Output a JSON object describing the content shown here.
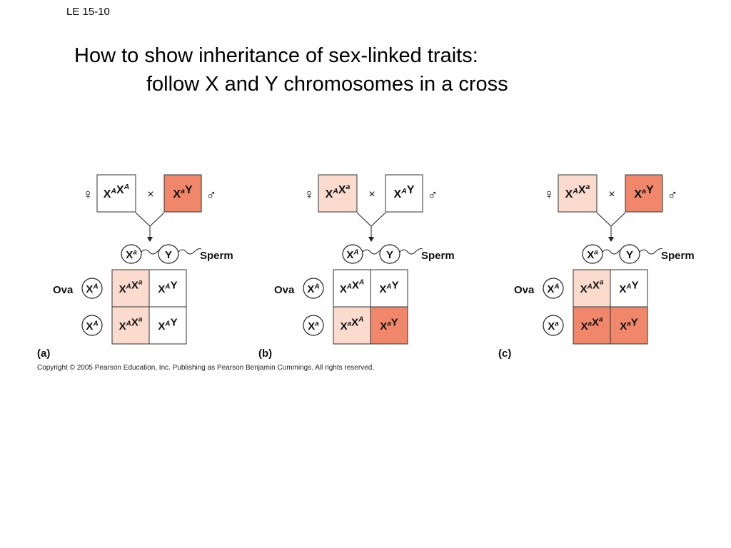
{
  "slide_label": "LE 15-10",
  "title": {
    "line1": "How to show inheritance of sex-linked traits:",
    "line2": "follow X and Y chromosomes in a cross"
  },
  "symbols": {
    "female": "♀",
    "male": "♂",
    "cross": "×"
  },
  "labels": {
    "sperm": "Sperm",
    "ova": "Ova"
  },
  "colors": {
    "normal": "#ffffff",
    "carrier": "#fadbcd",
    "affected": "#f0876a",
    "stroke": "#333333"
  },
  "copyright": "Copyright ©  2005 Pearson Education, Inc. Publishing as Pearson Benjamin Cummings. All rights reserved.",
  "panels": [
    {
      "id": "a",
      "label": "(a)",
      "mother": {
        "g1": "X",
        "s1": "A",
        "g2": "X",
        "s2": "A",
        "fill": "normal"
      },
      "father": {
        "g1": "X",
        "s1": "a",
        "g2": "Y",
        "s2": "",
        "fill": "affected"
      },
      "sperm": [
        {
          "g": "X",
          "s": "a"
        },
        {
          "g": "Y",
          "s": ""
        }
      ],
      "ova": [
        {
          "g": "X",
          "s": "A"
        },
        {
          "g": "X",
          "s": "A"
        }
      ],
      "cells": [
        [
          {
            "g1": "X",
            "s1": "A",
            "g2": "X",
            "s2": "a",
            "fill": "carrier"
          },
          {
            "g1": "X",
            "s1": "A",
            "g2": "Y",
            "s2": "",
            "fill": "normal"
          }
        ],
        [
          {
            "g1": "X",
            "s1": "A",
            "g2": "X",
            "s2": "a",
            "fill": "carrier"
          },
          {
            "g1": "X",
            "s1": "A",
            "g2": "Y",
            "s2": "",
            "fill": "normal"
          }
        ]
      ]
    },
    {
      "id": "b",
      "label": "(b)",
      "mother": {
        "g1": "X",
        "s1": "A",
        "g2": "X",
        "s2": "a",
        "fill": "carrier"
      },
      "father": {
        "g1": "X",
        "s1": "A",
        "g2": "Y",
        "s2": "",
        "fill": "normal"
      },
      "sperm": [
        {
          "g": "X",
          "s": "A"
        },
        {
          "g": "Y",
          "s": ""
        }
      ],
      "ova": [
        {
          "g": "X",
          "s": "A"
        },
        {
          "g": "X",
          "s": "a"
        }
      ],
      "cells": [
        [
          {
            "g1": "X",
            "s1": "A",
            "g2": "X",
            "s2": "A",
            "fill": "normal"
          },
          {
            "g1": "X",
            "s1": "A",
            "g2": "Y",
            "s2": "",
            "fill": "normal"
          }
        ],
        [
          {
            "g1": "X",
            "s1": "a",
            "g2": "X",
            "s2": "A",
            "fill": "carrier"
          },
          {
            "g1": "X",
            "s1": "a",
            "g2": "Y",
            "s2": "",
            "fill": "affected"
          }
        ]
      ]
    },
    {
      "id": "c",
      "label": "(c)",
      "mother": {
        "g1": "X",
        "s1": "A",
        "g2": "X",
        "s2": "a",
        "fill": "carrier"
      },
      "father": {
        "g1": "X",
        "s1": "a",
        "g2": "Y",
        "s2": "",
        "fill": "affected"
      },
      "sperm": [
        {
          "g": "X",
          "s": "a"
        },
        {
          "g": "Y",
          "s": ""
        }
      ],
      "ova": [
        {
          "g": "X",
          "s": "A"
        },
        {
          "g": "X",
          "s": "a"
        }
      ],
      "cells": [
        [
          {
            "g1": "X",
            "s1": "A",
            "g2": "X",
            "s2": "a",
            "fill": "carrier"
          },
          {
            "g1": "X",
            "s1": "A",
            "g2": "Y",
            "s2": "",
            "fill": "normal"
          }
        ],
        [
          {
            "g1": "X",
            "s1": "a",
            "g2": "X",
            "s2": "a",
            "fill": "affected"
          },
          {
            "g1": "X",
            "s1": "a",
            "g2": "Y",
            "s2": "",
            "fill": "affected"
          }
        ]
      ]
    }
  ]
}
